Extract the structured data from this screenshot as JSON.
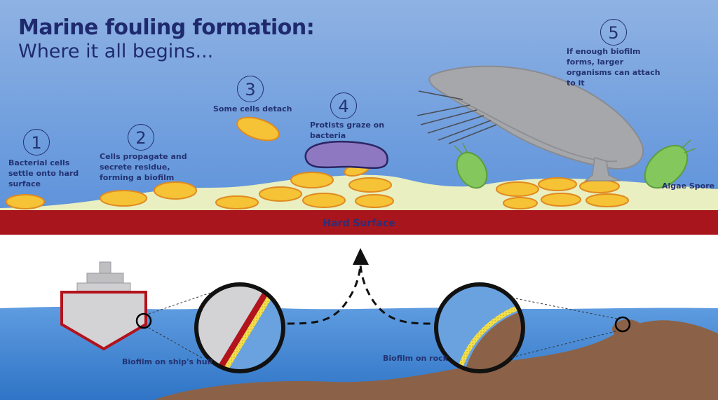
{
  "title": {
    "line1": "Marine fouling formation:",
    "line2": "Where it all begins..."
  },
  "steps": [
    {
      "number": "1",
      "text": "Bacterial cells settle onto hard surface"
    },
    {
      "number": "2",
      "text": "Cells propagate and secrete residue, forming a biofilm"
    },
    {
      "number": "3",
      "text": "Some cells detach"
    },
    {
      "number": "4",
      "text": "Protists graze on bacteria"
    },
    {
      "number": "5",
      "text": "If enough biofilm forms, larger organisms can attach to it"
    }
  ],
  "labels": {
    "algae_spore": "Algae Spore",
    "hard_surface": "Hard Surface",
    "ship_hull": "Biofilm on ship's hull",
    "rock": "Biofilm on rock"
  },
  "colors": {
    "sky_top": "#8fb2e3",
    "sky_bottom": "#5e93db",
    "hard_surface": "#a8151c",
    "biofilm": "#e9efc0",
    "bacteria_fill": "#f5c335",
    "bacteria_stroke": "#e08a20",
    "protist": "#8f78c2",
    "algae": "#84c75c",
    "barnacle": "#a6a7ab",
    "water": "#4e8fd6",
    "rock": "#8b6247",
    "text": "#233271"
  },
  "icons": {
    "arrow": "upward-dashed-arrow",
    "magnifier": "zoom-circle"
  }
}
